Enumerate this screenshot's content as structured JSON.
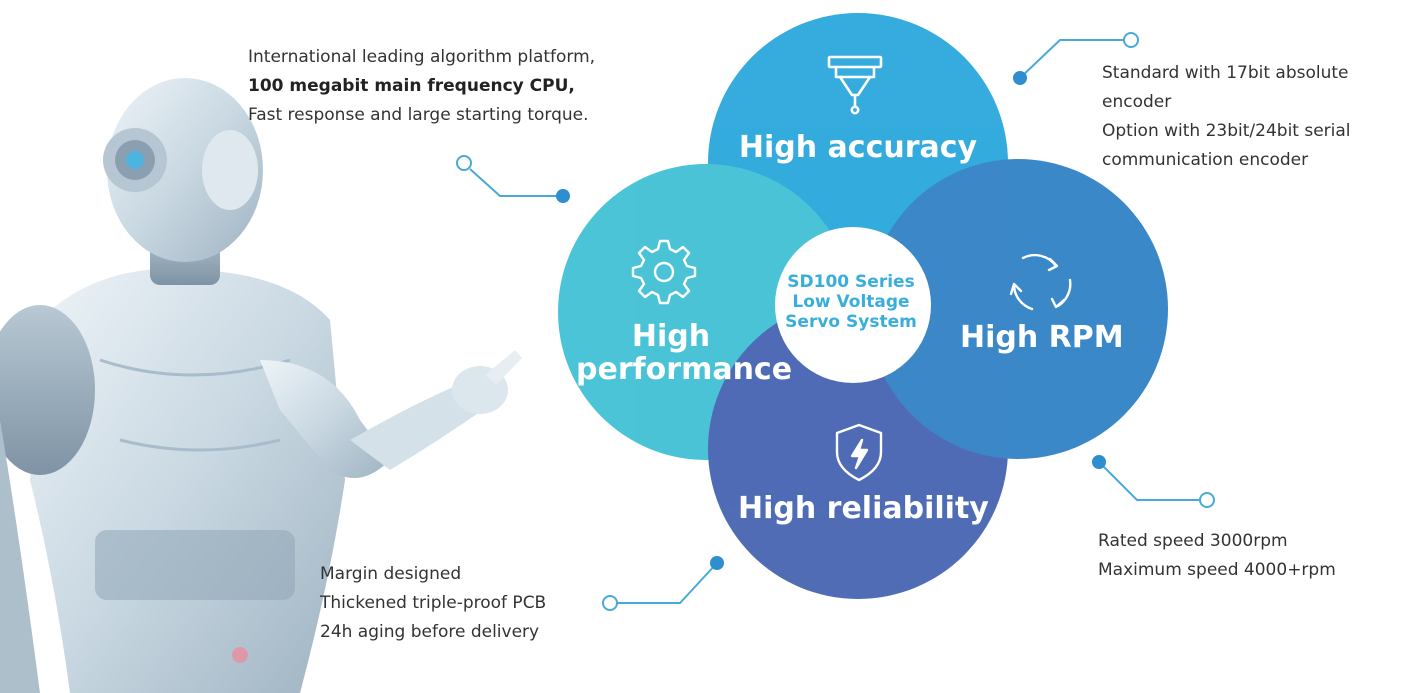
{
  "center": {
    "line1": "SD100 Series",
    "line2": "Low Voltage",
    "line3": "Servo System"
  },
  "features": {
    "accuracy": {
      "title": "High accuracy",
      "icon": "nozzle-icon",
      "color": "#2f9fd8"
    },
    "rpm": {
      "title": "High RPM",
      "icon": "rotate-arrows-icon",
      "color": "#3385c6"
    },
    "reliability": {
      "title": "High reliability",
      "icon": "shield-lightning-icon",
      "color": "#4a67b2"
    },
    "performance": {
      "title_line1": "High",
      "title_line2": "performance",
      "icon": "gear-icon",
      "color": "#45c0d6"
    }
  },
  "descriptions": {
    "performance": {
      "line1": "International leading algorithm platform,",
      "line2": "100 megabit main frequency CPU,",
      "line3": "Fast response and large starting torque."
    },
    "accuracy": {
      "line1": "Standard with 17bit absolute",
      "line2": "encoder",
      "line3": "Option with 23bit/24bit serial",
      "line4": "communication encoder"
    },
    "rpm": {
      "line1": "Rated speed 3000rpm",
      "line2": "Maximum speed 4000+rpm"
    },
    "reliability": {
      "line1": "Margin designed",
      "line2": "Thickened triple-proof PCB",
      "line3": "24h aging before delivery"
    }
  }
}
